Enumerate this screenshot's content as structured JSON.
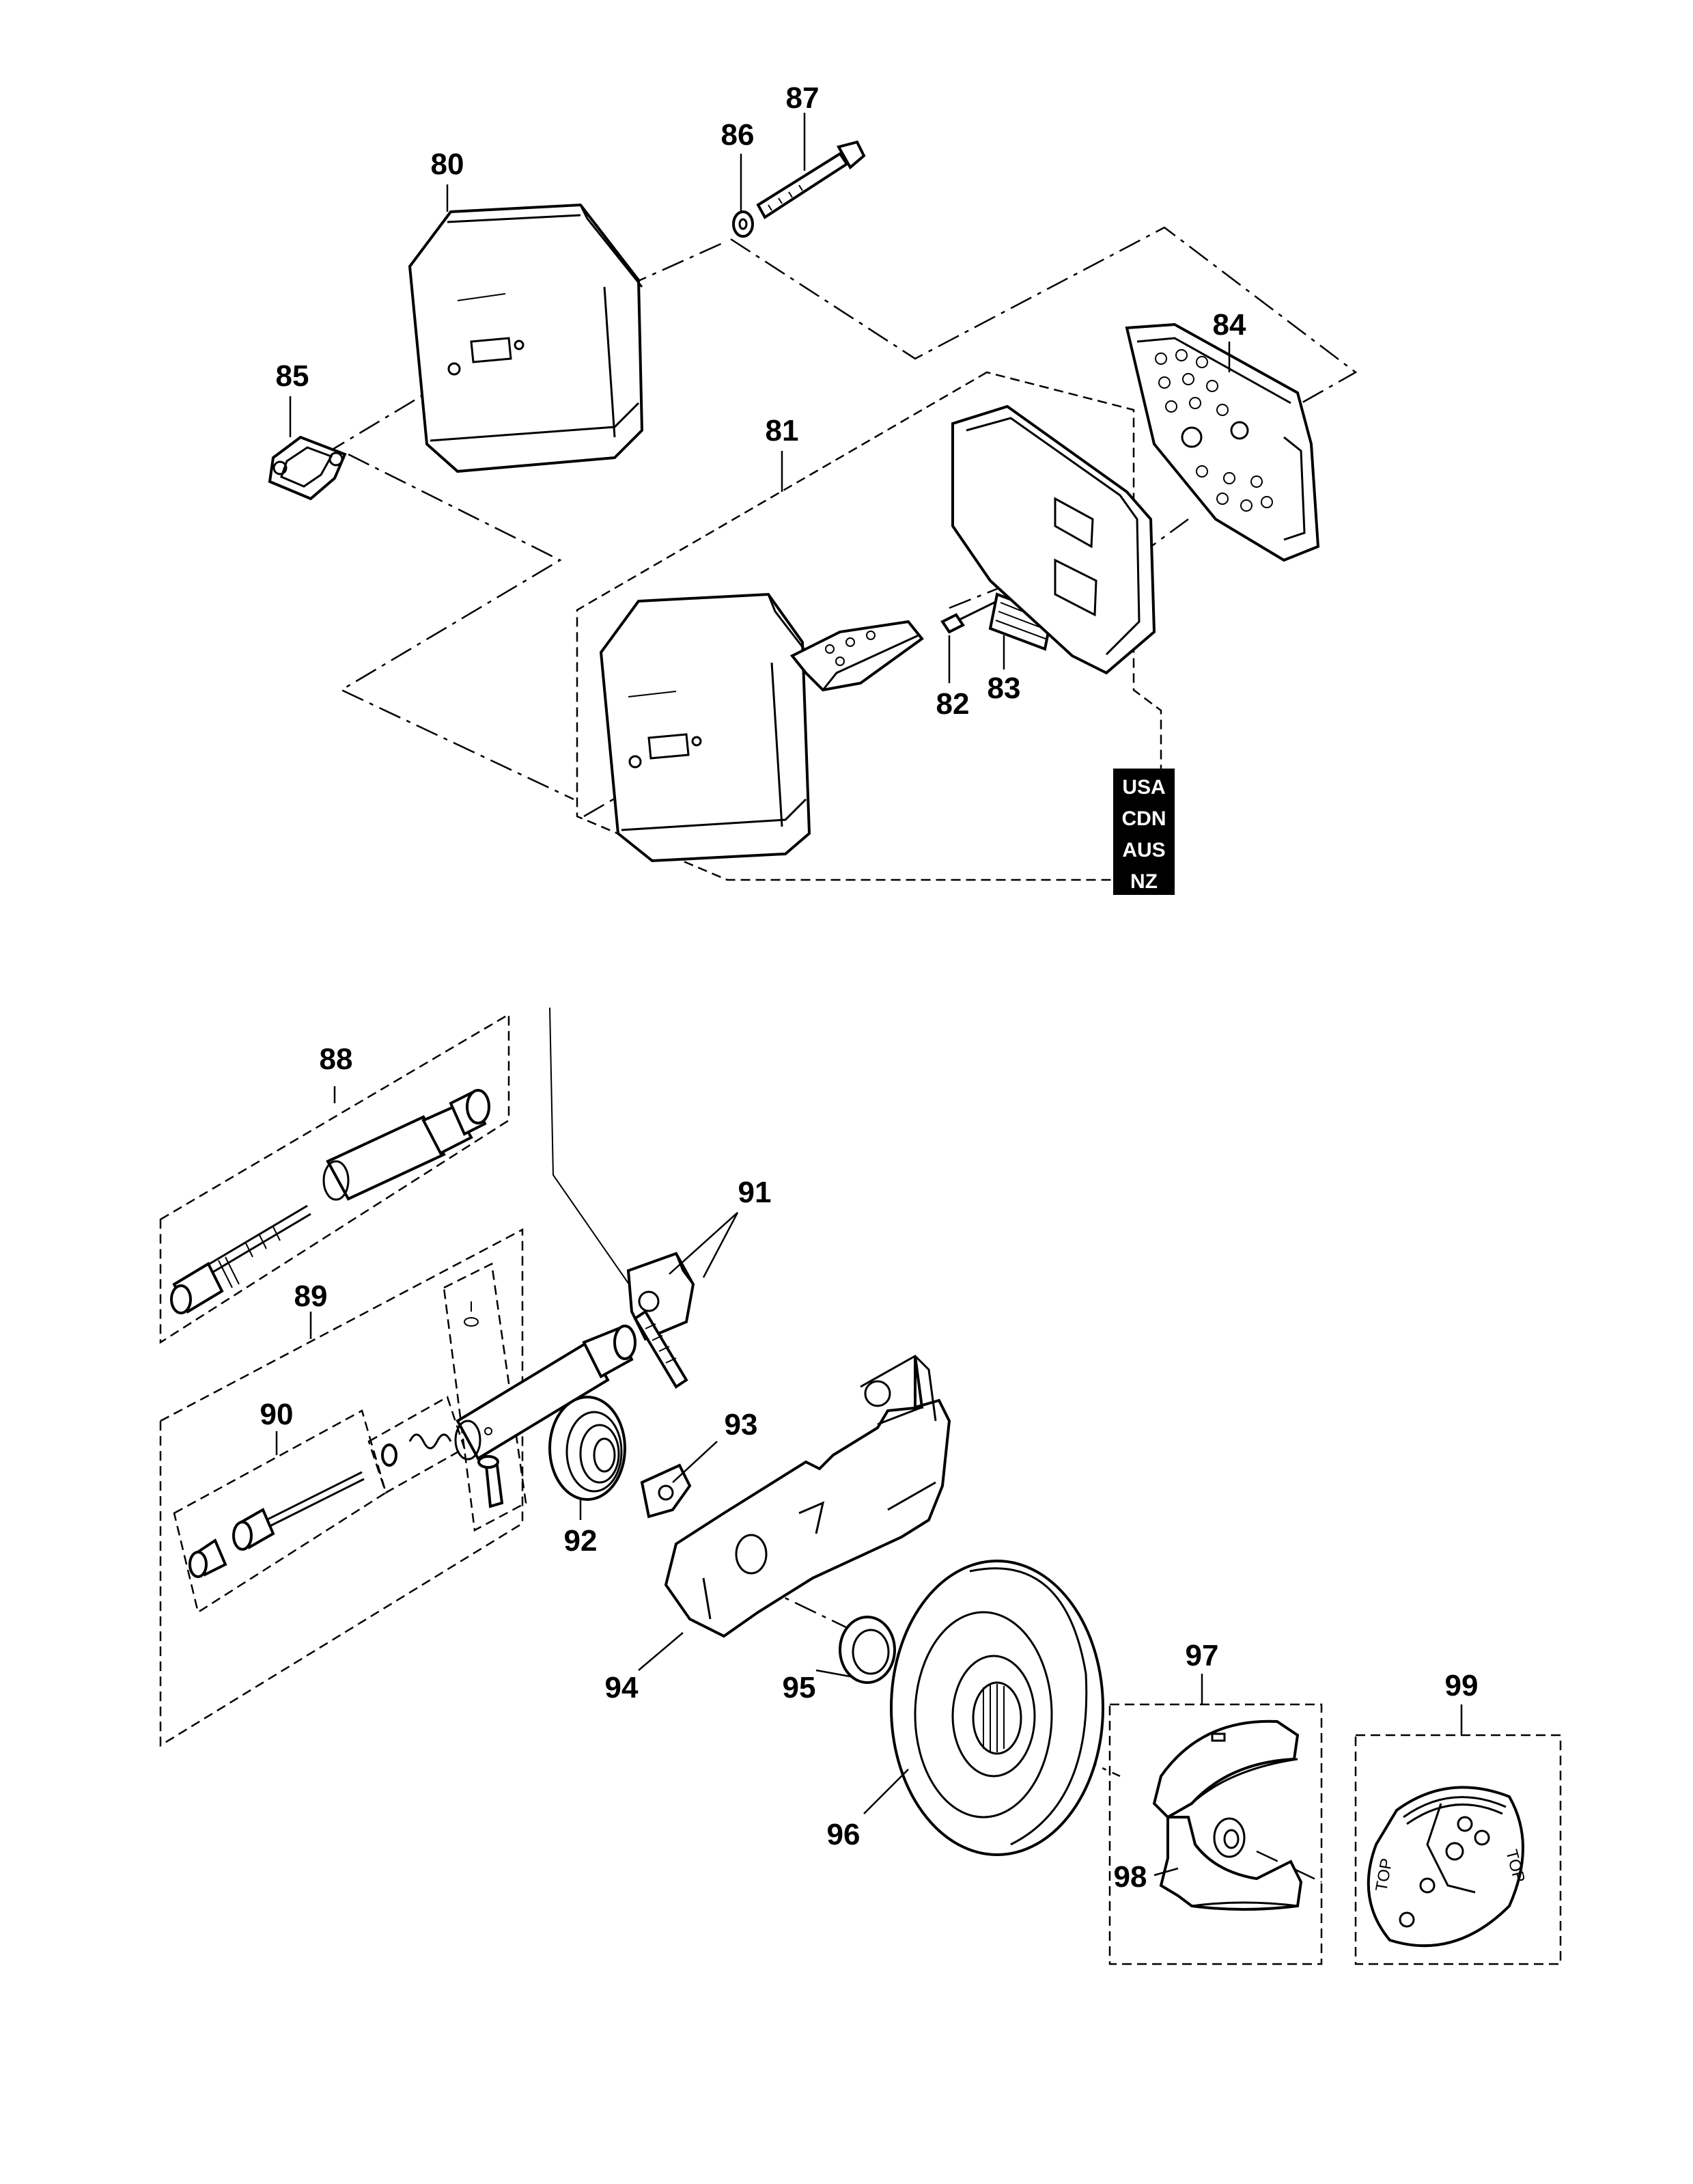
{
  "callouts": [
    {
      "id": "80",
      "text": "80"
    },
    {
      "id": "81",
      "text": "81"
    },
    {
      "id": "82",
      "text": "82"
    },
    {
      "id": "83",
      "text": "83"
    },
    {
      "id": "84",
      "text": "84"
    },
    {
      "id": "85",
      "text": "85"
    },
    {
      "id": "86",
      "text": "86"
    },
    {
      "id": "87",
      "text": "87"
    },
    {
      "id": "88",
      "text": "88"
    },
    {
      "id": "89",
      "text": "89"
    },
    {
      "id": "90",
      "text": "90"
    },
    {
      "id": "91",
      "text": "91"
    },
    {
      "id": "92",
      "text": "92"
    },
    {
      "id": "93",
      "text": "93"
    },
    {
      "id": "94",
      "text": "94"
    },
    {
      "id": "95",
      "text": "95"
    },
    {
      "id": "96",
      "text": "96"
    },
    {
      "id": "97",
      "text": "97"
    },
    {
      "id": "98",
      "text": "98"
    },
    {
      "id": "99",
      "text": "99"
    }
  ],
  "region_badge": [
    "USA",
    "CDN",
    "AUS",
    "NZ"
  ],
  "shoe_marks": {
    "top_a": "TOP",
    "top_b": "TOP"
  }
}
